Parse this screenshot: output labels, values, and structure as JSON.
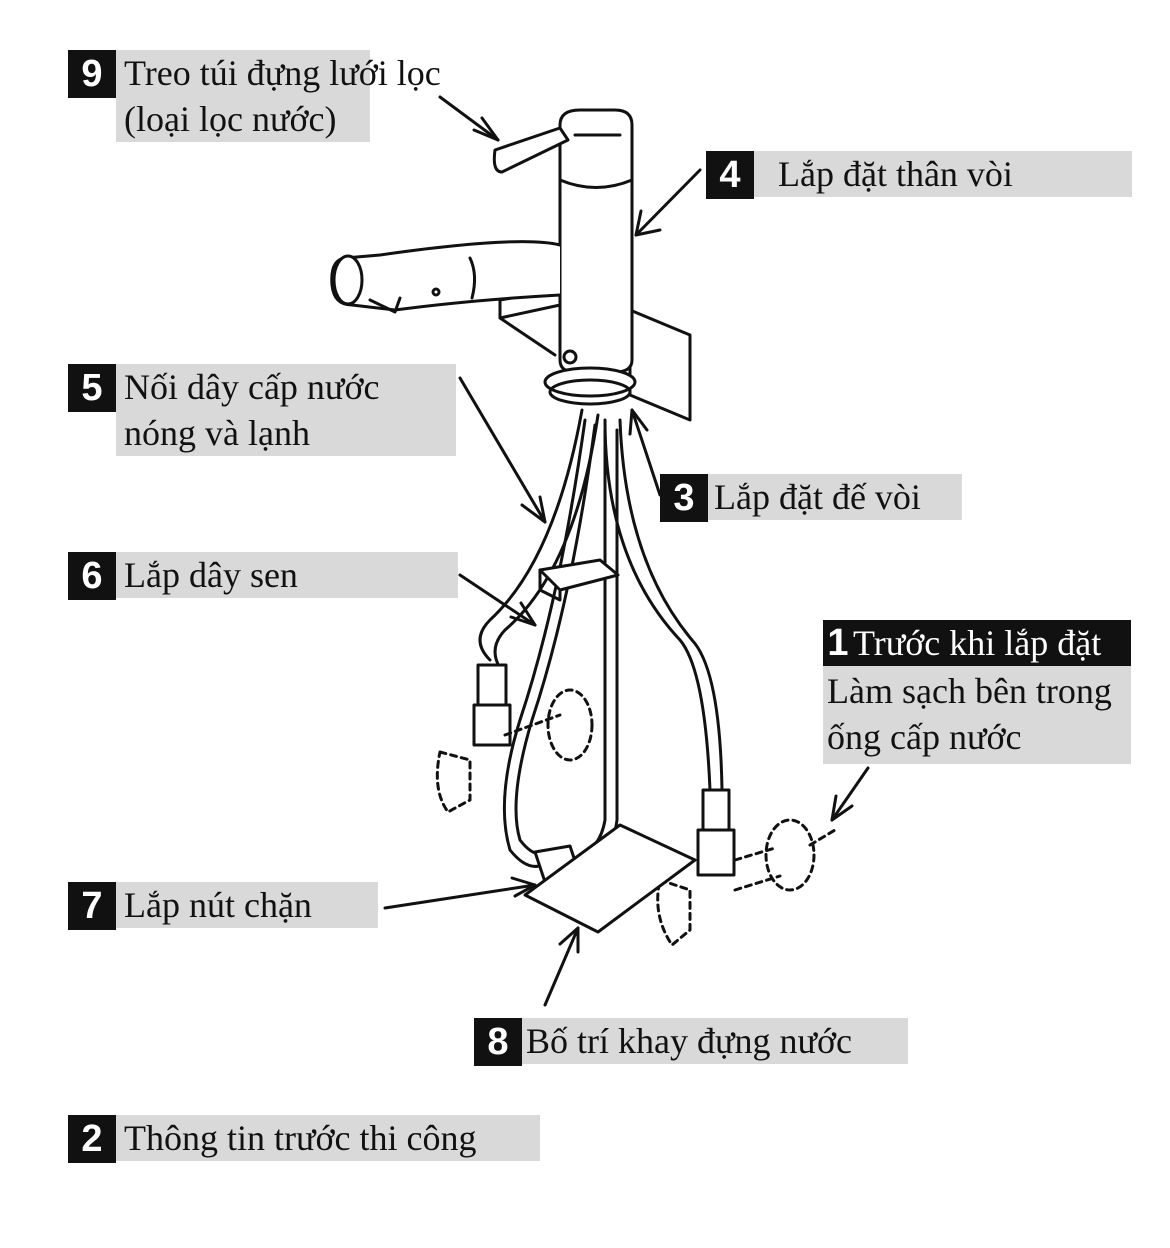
{
  "labels": {
    "step9": {
      "number": "9",
      "lines": [
        "Treo túi đựng lưới lọc",
        "(loại lọc nước)"
      ]
    },
    "step4": {
      "number": "4",
      "lines": [
        "Lắp đặt thân vòi"
      ]
    },
    "step5": {
      "number": "5",
      "lines": [
        "Nối dây cấp nước",
        "nóng và lạnh"
      ]
    },
    "step3": {
      "number": "3",
      "lines": [
        "Lắp đặt đế vòi"
      ]
    },
    "step6": {
      "number": "6",
      "lines": [
        "Lắp dây sen"
      ]
    },
    "step1": {
      "number": "1",
      "title": "Trước khi lắp đặt",
      "lines": [
        "Làm sạch bên trong",
        "ống cấp nước"
      ]
    },
    "step7": {
      "number": "7",
      "lines": [
        "Lắp nút chặn"
      ]
    },
    "step8": {
      "number": "8",
      "lines": [
        "Bố trí khay đựng nước"
      ]
    },
    "step2": {
      "number": "2",
      "lines": [
        "Thông tin trước thi công"
      ]
    }
  },
  "colors": {
    "label_bg": "#d9d9d9",
    "badge_bg": "#111111",
    "badge_text": "#ffffff",
    "stroke": "#111111"
  }
}
